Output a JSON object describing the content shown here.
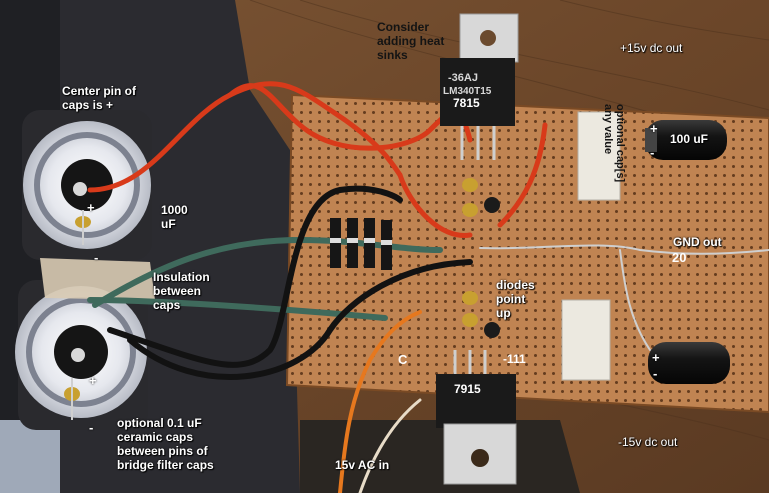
{
  "labels": {
    "center_pin": "Center pin of\ncaps is +",
    "heat_sinks": "Consider\nadding heat\nsinks",
    "plus15_out": "+15v dc out",
    "optional_caps": "optional cap[s]\nany value",
    "cap_100uf": "100 uF",
    "cap_1000uf": "1000\nuF",
    "insulation": "Insulation\nbetween\ncaps",
    "gnd_out": "GND out",
    "diodes": "diodes\npoint\nup",
    "optional_ceramic": "optional 0.1 uF\nceramic caps\nbetween pins of\nbridge filter caps",
    "minus15_out": "-15v dc out",
    "ac_in": "15v AC in"
  },
  "part_markings": {
    "reg_top_code": "-36AJ",
    "reg_top_part": "LM340T15",
    "reg_top_num": "7815",
    "reg_bottom_num": "7915",
    "board_number": "20",
    "board_code": "-111",
    "board_letter": "C"
  },
  "polarity": {
    "plus": "+",
    "minus": "-"
  },
  "colors": {
    "desk": "#6a4a2e",
    "board": "#c08452",
    "wire_red": "#d83a1a",
    "wire_green": "#3f6a5c",
    "wire_black": "#121212",
    "text": "#ffffff"
  }
}
